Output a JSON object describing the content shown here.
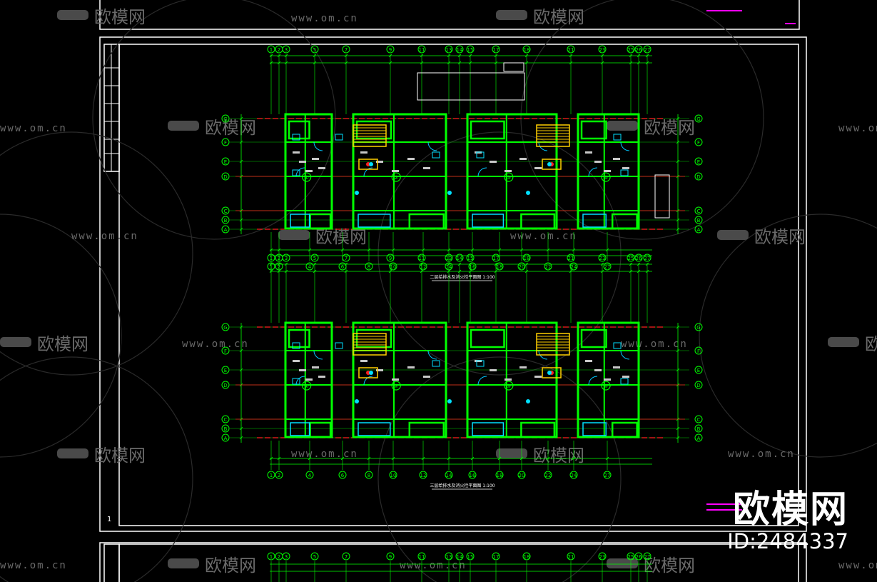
{
  "app": {
    "watermark_brand": "欧模网",
    "watermark_site": "www.om.cn",
    "watermark_id": "ID:2484337",
    "sheet_number": "1"
  },
  "drawings": [
    {
      "caption": "二层给排水及消火栓平面图 1:100",
      "top_axes": [
        "1",
        "2",
        "3",
        "5",
        "7",
        "9",
        "11",
        "13",
        "14",
        "15",
        "17",
        "18",
        "21",
        "23",
        "25",
        "26",
        "27"
      ],
      "bottom_axes": [
        "1",
        "2",
        "4",
        "6",
        "8",
        "10",
        "12",
        "14",
        "16",
        "18",
        "20",
        "22",
        "24",
        "27"
      ],
      "row_axes": [
        "G",
        "F",
        "E",
        "D",
        "C",
        "B",
        "A"
      ],
      "unit_marks": [
        "①",
        "②",
        "③",
        "④"
      ]
    },
    {
      "caption": "三层给排水及消火栓平面图 1:100",
      "top_axes": [
        "1",
        "2",
        "3",
        "5",
        "7",
        "9",
        "11",
        "13",
        "14",
        "15",
        "17",
        "18",
        "21",
        "23",
        "25",
        "26",
        "27"
      ],
      "bottom_axes": [
        "1",
        "2",
        "4",
        "6",
        "8",
        "10",
        "12",
        "14",
        "16",
        "18",
        "20",
        "22",
        "24",
        "27"
      ],
      "row_axes": [
        "G",
        "F",
        "E",
        "D",
        "C",
        "B",
        "A"
      ],
      "unit_marks": [
        "①",
        "②",
        "③",
        "④"
      ]
    }
  ],
  "colors": {
    "background": "#000000",
    "frame": "#ffffff",
    "walls": "#00ff00",
    "axis": "#00ff00",
    "dim": "#00ff00",
    "pipe_red": "#ff2020",
    "pipe_cyan": "#00e0ff",
    "door_cyan": "#00c8ff",
    "stair_yellow": "#ffd000",
    "magenta": "#ff00ff",
    "watermark": "#6a6a6a"
  }
}
